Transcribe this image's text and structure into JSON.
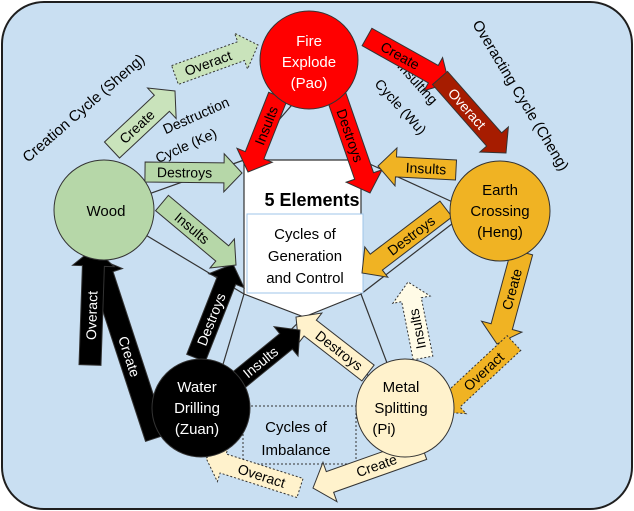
{
  "colors": {
    "background": "#c9dff2",
    "fire": "#ff0000",
    "earth": "#f0b323",
    "metal": "#fff2cc",
    "water": "#000000",
    "wood": "#b6d7a8",
    "wood_arrow": "#c9e3bb",
    "dark_red": "#a61c00"
  },
  "title": "5 Elements",
  "center_note": [
    "Cycles of",
    "Generation",
    "and Control"
  ],
  "imbalance_note": [
    "Cycles of",
    "Imbalance"
  ],
  "cycles": {
    "creation": "Creation Cycle (Sheng)",
    "destruction": [
      "Destruction",
      "Cycle (Ke)"
    ],
    "insulting": [
      "Insulting",
      "Cycle (Wu)"
    ],
    "overacting": "Overacting Cycle (Cheng)"
  },
  "elements": {
    "fire": [
      "Fire",
      "Explode",
      "(Pao)"
    ],
    "earth": [
      "Earth",
      "Crossing",
      "(Heng)"
    ],
    "metal": [
      "Metal",
      "Splitting",
      "(Pi)"
    ],
    "water": [
      "Water",
      "Drilling",
      "(Zuan)"
    ],
    "wood": [
      "Wood"
    ]
  },
  "arrows": {
    "create": "Create",
    "overact": "Overact",
    "destroys": "Destroys",
    "insults": "Insults"
  }
}
